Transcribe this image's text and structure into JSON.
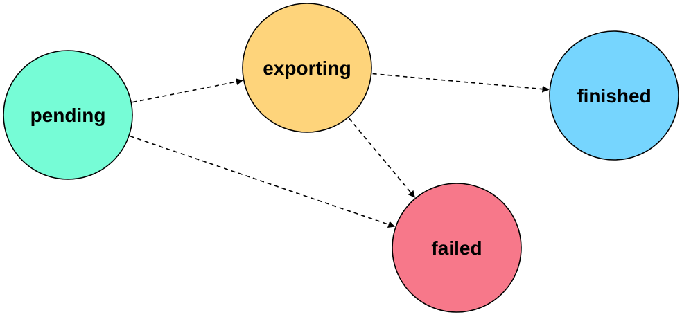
{
  "nodes": [
    {
      "id": "pending",
      "label": "pending",
      "color": "#76fcd6"
    },
    {
      "id": "exporting",
      "label": "exporting",
      "color": "#fed47b"
    },
    {
      "id": "finished",
      "label": "finished",
      "color": "#76d5fe"
    },
    {
      "id": "failed",
      "label": "failed",
      "color": "#f7788a"
    }
  ],
  "edges": [
    {
      "from": "pending",
      "to": "exporting"
    },
    {
      "from": "exporting",
      "to": "finished"
    },
    {
      "from": "exporting",
      "to": "failed"
    },
    {
      "from": "pending",
      "to": "failed"
    }
  ]
}
